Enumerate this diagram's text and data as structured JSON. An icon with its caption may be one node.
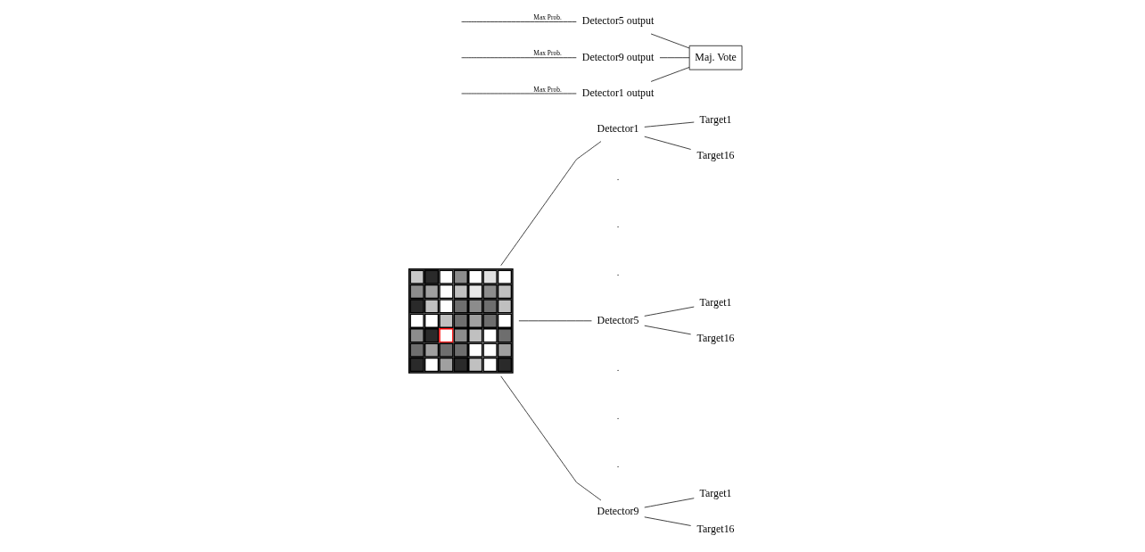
{
  "diagram": {
    "nodes": [
      {
        "text": [],
        "shape": "picture"
      },
      {
        "text": [
          "Detector1"
        ]
      },
      {
        "text": [
          "Detector5"
        ]
      },
      {
        "text": [
          "Detector9"
        ]
      },
      {
        "text": [
          "Target1"
        ]
      },
      {
        "text": [
          "Target16"
        ]
      },
      {
        "text": [
          "Target1"
        ]
      },
      {
        "text": [
          "Target16"
        ]
      },
      {
        "text": [
          "Target1"
        ]
      },
      {
        "text": [
          "Target16"
        ]
      },
      {
        "text": [
          "Detector1 output"
        ]
      },
      {
        "text": [
          "Detector5 output"
        ]
      },
      {
        "text": [
          "Detector9 output"
        ]
      },
      {
        "text": [
          "Maj. Vote"
        ]
      }
    ],
    "edges": [
      {
        "from": 0,
        "to": 1,
        "arrow": "none"
      },
      {
        "from": 0,
        "to": 2,
        "arrow": "none"
      },
      {
        "from": 0,
        "to": 3,
        "arrow": "none"
      },
      {
        "from": 1,
        "to": 4,
        "arrow": "none"
      },
      {
        "from": 1,
        "to": 5,
        "arrow": "none"
      },
      {
        "from": 2,
        "to": 6,
        "arrow": "none"
      },
      {
        "from": 2,
        "to": 7,
        "arrow": "none"
      },
      {
        "from": 3,
        "to": 8,
        "arrow": "none"
      },
      {
        "from": 3,
        "to": 9,
        "arrow": "none"
      },
      {
        "from": null,
        "to": 10,
        "arrow": "none",
        "label": "Max Prob."
      },
      {
        "from": null,
        "to": 11,
        "arrow": "none",
        "label": "Max Prob."
      },
      {
        "from": null,
        "to": 12,
        "arrow": "none",
        "label": "Max Prob."
      },
      {
        "from": 10,
        "to": 13,
        "arrow": "none"
      },
      {
        "from": 11,
        "to": 13,
        "arrow": "none"
      },
      {
        "from": 12,
        "to": 13,
        "arrow": "none"
      }
    ],
    "labels": [
      ".",
      ".",
      ".",
      ".",
      ".",
      "."
    ]
  }
}
